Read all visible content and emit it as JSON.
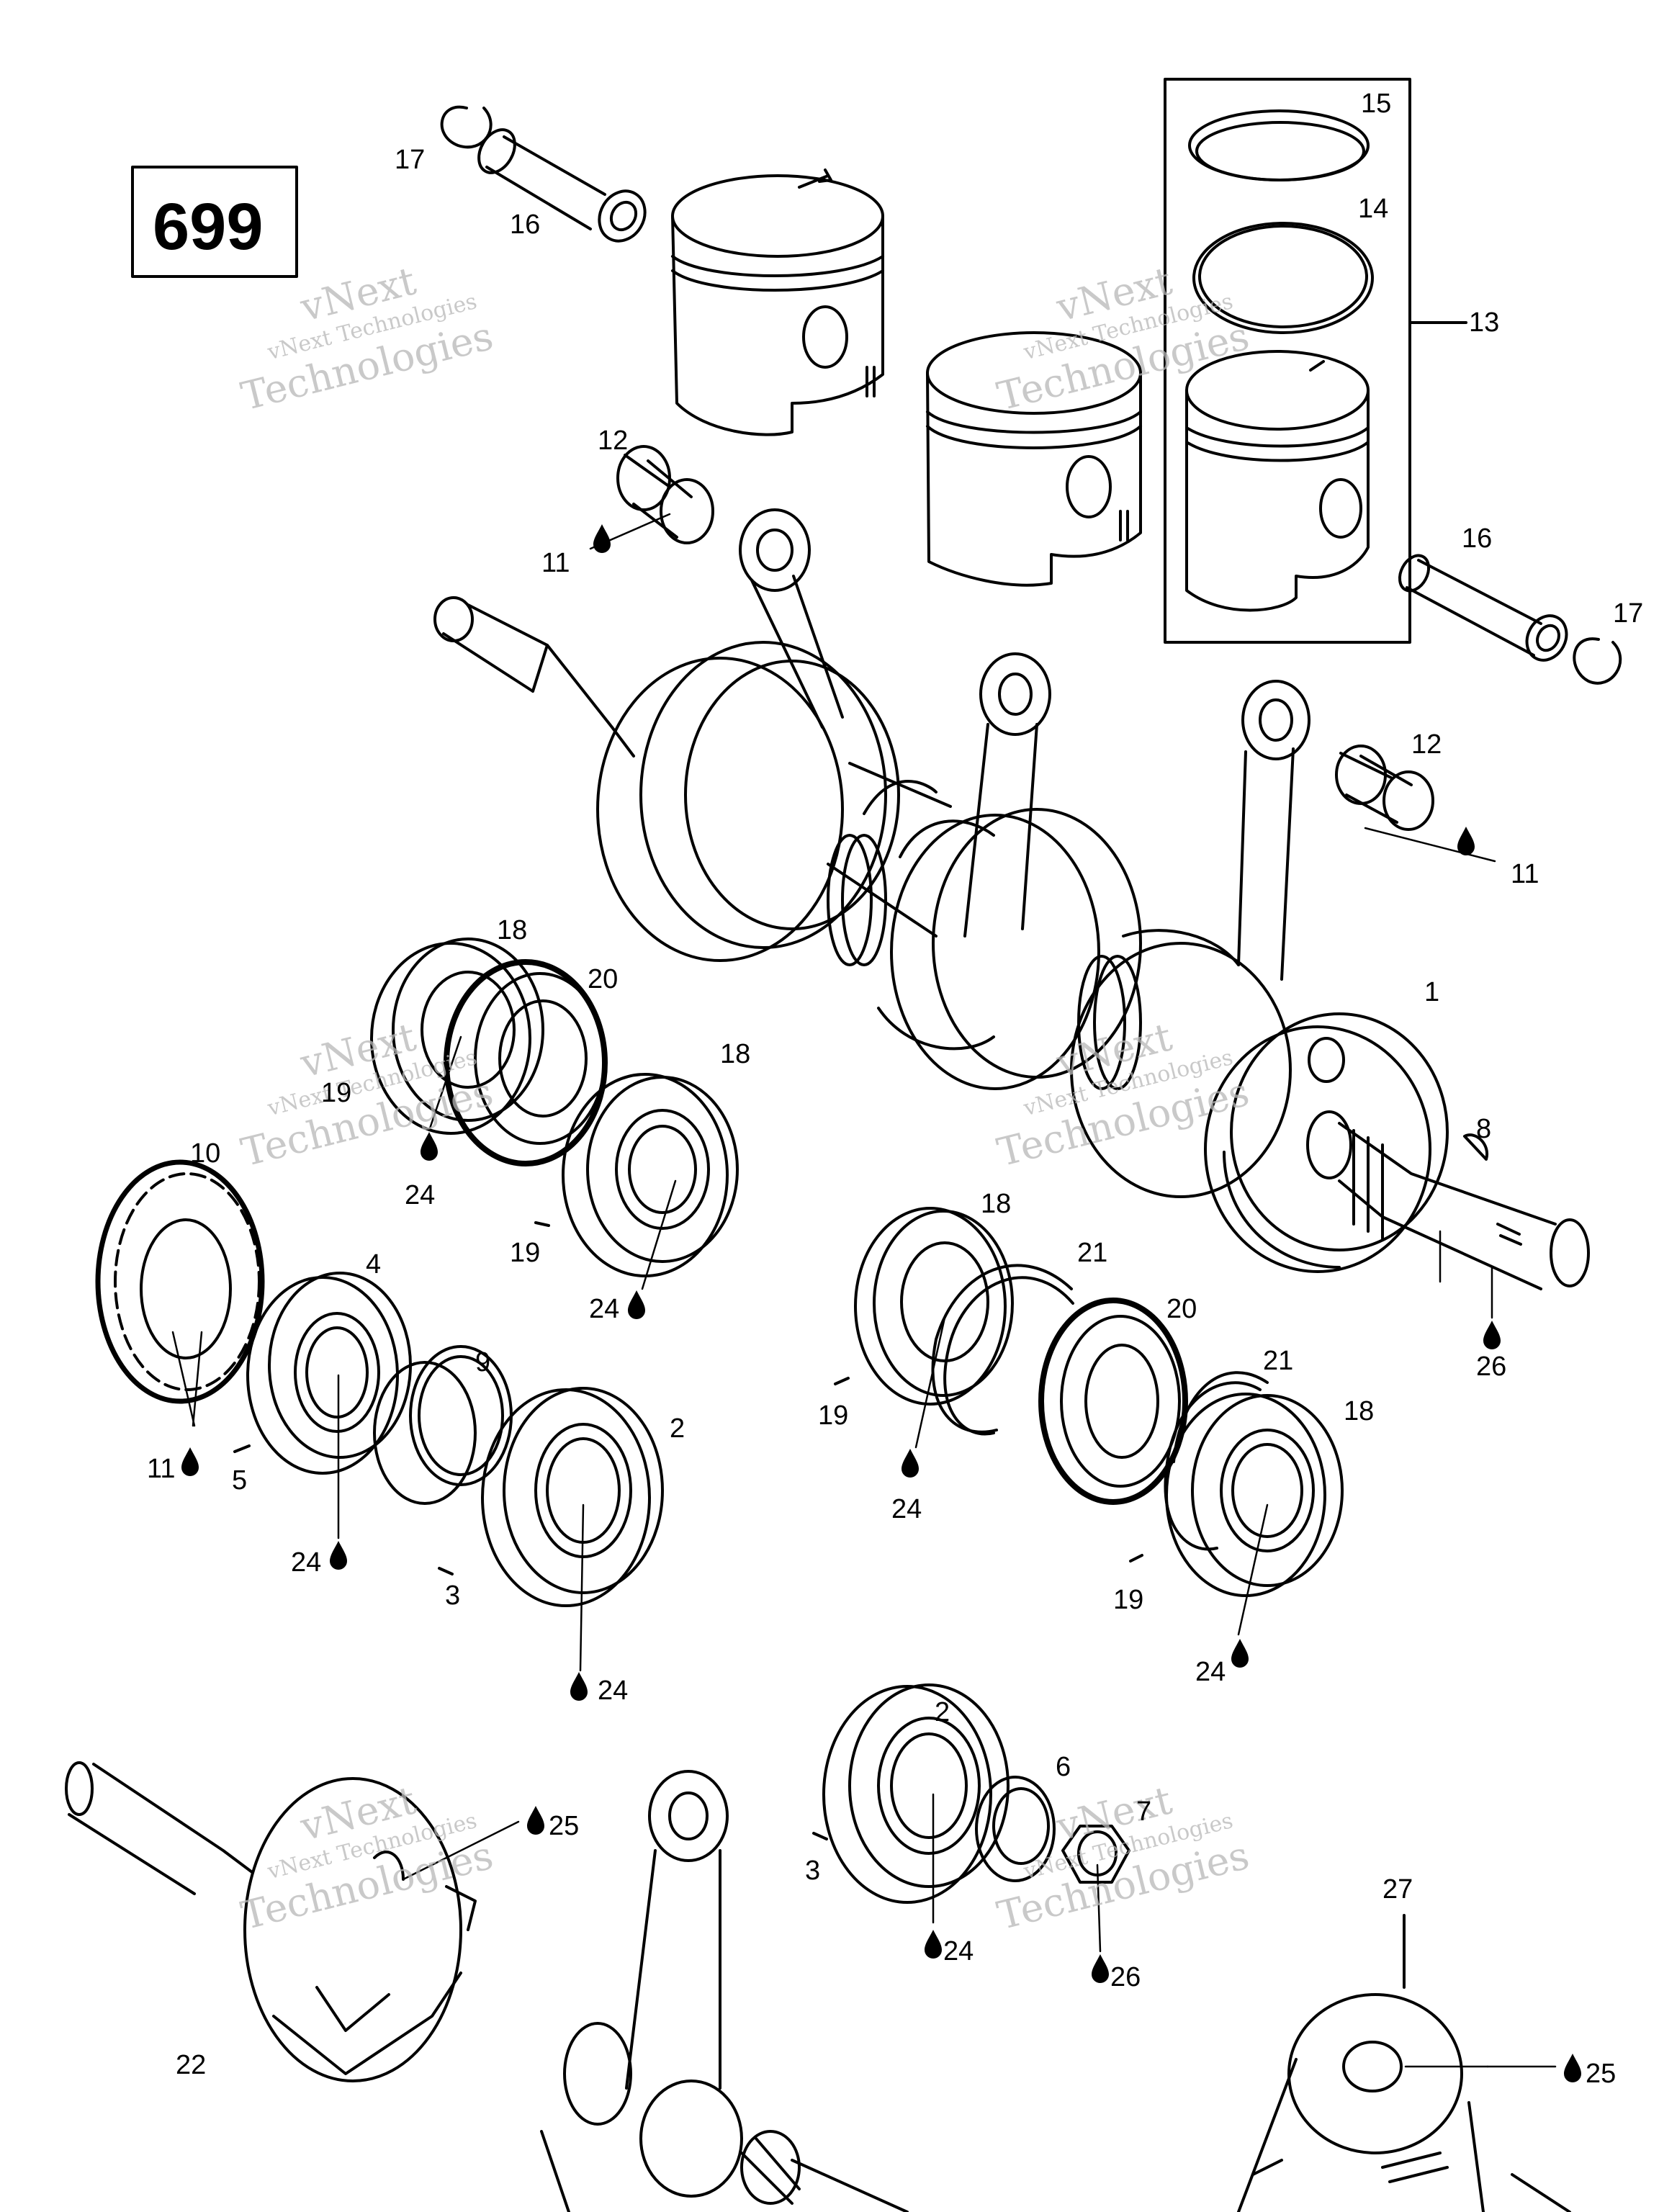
{
  "diagram_number": "699",
  "watermark": {
    "line1": "vNext",
    "line2": "vNext Technologies",
    "line3": "Technologies"
  },
  "oil_symbol": "oil-drop-icon",
  "callouts": [
    {
      "id": "c17a",
      "text": "17"
    },
    {
      "id": "c16a",
      "text": "16"
    },
    {
      "id": "c15",
      "text": "15"
    },
    {
      "id": "c14",
      "text": "14"
    },
    {
      "id": "c13",
      "text": "13"
    },
    {
      "id": "c12a",
      "text": "12"
    },
    {
      "id": "c11a",
      "text": "11"
    },
    {
      "id": "c16b",
      "text": "16"
    },
    {
      "id": "c17b",
      "text": "17"
    },
    {
      "id": "c12b",
      "text": "12"
    },
    {
      "id": "c11b",
      "text": "11"
    },
    {
      "id": "c18a",
      "text": "18"
    },
    {
      "id": "c20a",
      "text": "20"
    },
    {
      "id": "c1",
      "text": "1"
    },
    {
      "id": "c18b",
      "text": "18"
    },
    {
      "id": "c19a",
      "text": "19"
    },
    {
      "id": "c24a",
      "text": "24"
    },
    {
      "id": "c10",
      "text": "10"
    },
    {
      "id": "c8",
      "text": "8"
    },
    {
      "id": "c19b",
      "text": "19"
    },
    {
      "id": "c24b",
      "text": "24"
    },
    {
      "id": "c18c",
      "text": "18"
    },
    {
      "id": "c4",
      "text": "4"
    },
    {
      "id": "c21a",
      "text": "21"
    },
    {
      "id": "c9",
      "text": "9"
    },
    {
      "id": "c20b",
      "text": "20"
    },
    {
      "id": "c26a",
      "text": "26"
    },
    {
      "id": "c21b",
      "text": "21"
    },
    {
      "id": "c2a",
      "text": "2"
    },
    {
      "id": "c19c",
      "text": "19"
    },
    {
      "id": "c18d",
      "text": "18"
    },
    {
      "id": "c11c",
      "text": "11"
    },
    {
      "id": "c5",
      "text": "5"
    },
    {
      "id": "c24c",
      "text": "24"
    },
    {
      "id": "c24d",
      "text": "24"
    },
    {
      "id": "c3a",
      "text": "3"
    },
    {
      "id": "c19d",
      "text": "19"
    },
    {
      "id": "c24e",
      "text": "24"
    },
    {
      "id": "c24f",
      "text": "24"
    },
    {
      "id": "c2b",
      "text": "2"
    },
    {
      "id": "c6",
      "text": "6"
    },
    {
      "id": "c25a",
      "text": "25"
    },
    {
      "id": "c7",
      "text": "7"
    },
    {
      "id": "c3b",
      "text": "3"
    },
    {
      "id": "c24g",
      "text": "24"
    },
    {
      "id": "c26b",
      "text": "26"
    },
    {
      "id": "c27",
      "text": "27"
    },
    {
      "id": "c22",
      "text": "22"
    },
    {
      "id": "c25b",
      "text": "25"
    }
  ]
}
